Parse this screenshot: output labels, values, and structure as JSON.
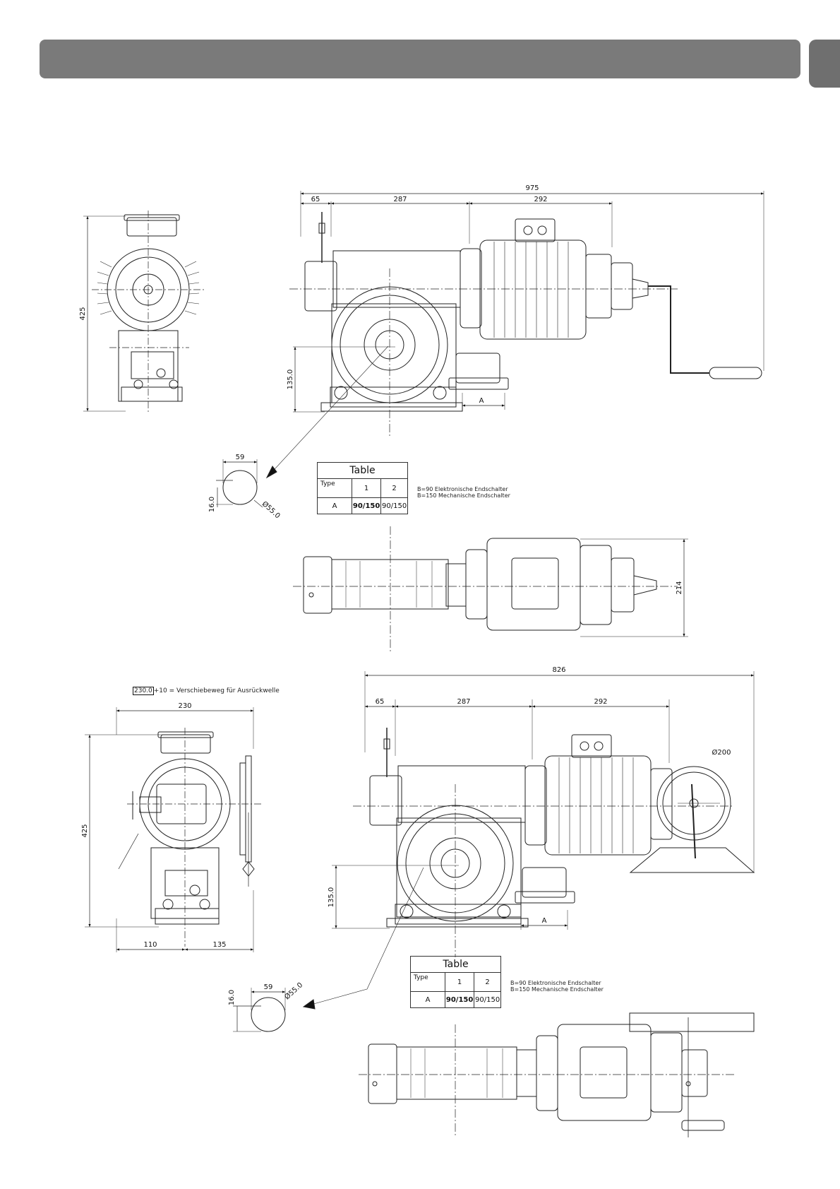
{
  "drawing1": {
    "dims": {
      "total": "975",
      "d1": "65",
      "d2": "287",
      "d3": "292",
      "height": "425",
      "base": "135.0",
      "shaft_w": "59",
      "shaft_key": "16.0",
      "shaft_dia": "Ø55.0",
      "depth": "214",
      "a": "A"
    },
    "table": {
      "title": "Table",
      "type": "Type",
      "col1": "1",
      "col2": "2",
      "row": "A",
      "v1": "90/150",
      "v2": "90/150"
    },
    "note": {
      "line1": "B=90 Elektronische Endschalter",
      "line2": "B=150 Mechanische Endschalter"
    }
  },
  "drawing2": {
    "dims": {
      "total": "826",
      "d1": "65",
      "d2": "287",
      "d3": "292",
      "height": "425",
      "base": "135.0",
      "width": "230",
      "w_left": "110",
      "w_right": "135",
      "shaft_w": "59",
      "shaft_key": "16.0",
      "shaft_dia": "Ø55.0",
      "wheel": "Ø200",
      "a": "A"
    },
    "shift": {
      "value": "230.0",
      "suffix": "+10 = Verschiebeweg für Ausrückwelle"
    },
    "table": {
      "title": "Table",
      "type": "Type",
      "col1": "1",
      "col2": "2",
      "row": "A",
      "v1": "90/150",
      "v2": "90/150"
    },
    "note": {
      "line1": "B=90 Elektronische Endschalter",
      "line2": "B=150 Mechanische Endschalter"
    }
  }
}
